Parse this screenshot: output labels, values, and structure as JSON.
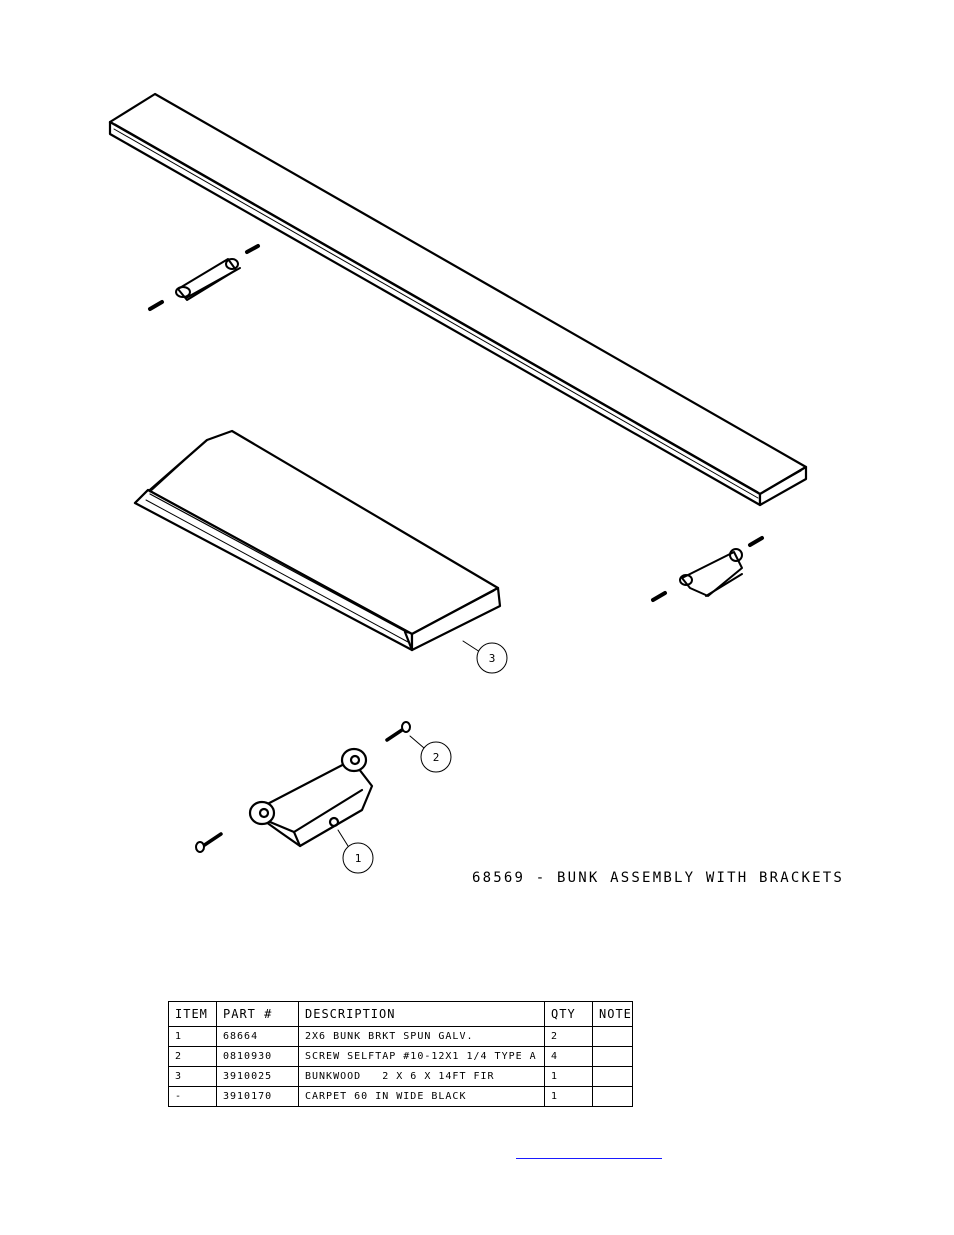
{
  "title": "68569 - BUNK ASSEMBLY WITH BRACKETS",
  "callouts": [
    "1",
    "2",
    "3"
  ],
  "bom": {
    "headers": [
      "ITEM",
      "PART #",
      "DESCRIPTION",
      "QTY",
      "NOTE"
    ],
    "rows": [
      {
        "item": "1",
        "part": "68664",
        "description": "2X6 BUNK BRKT SPUN GALV.",
        "qty": "2",
        "note": ""
      },
      {
        "item": "2",
        "part": "0810930",
        "description": "SCREW SELFTAP #10-12X1 1/4 TYPE A",
        "qty": "4",
        "note": ""
      },
      {
        "item": "3",
        "part": "3910025",
        "description": "BUNKWOOD   2 X 6 X 14FT FIR",
        "qty": "1",
        "note": ""
      },
      {
        "item": "-",
        "part": "3910170",
        "description": "CARPET 60 IN WIDE BLACK",
        "qty": "1",
        "note": ""
      }
    ]
  }
}
